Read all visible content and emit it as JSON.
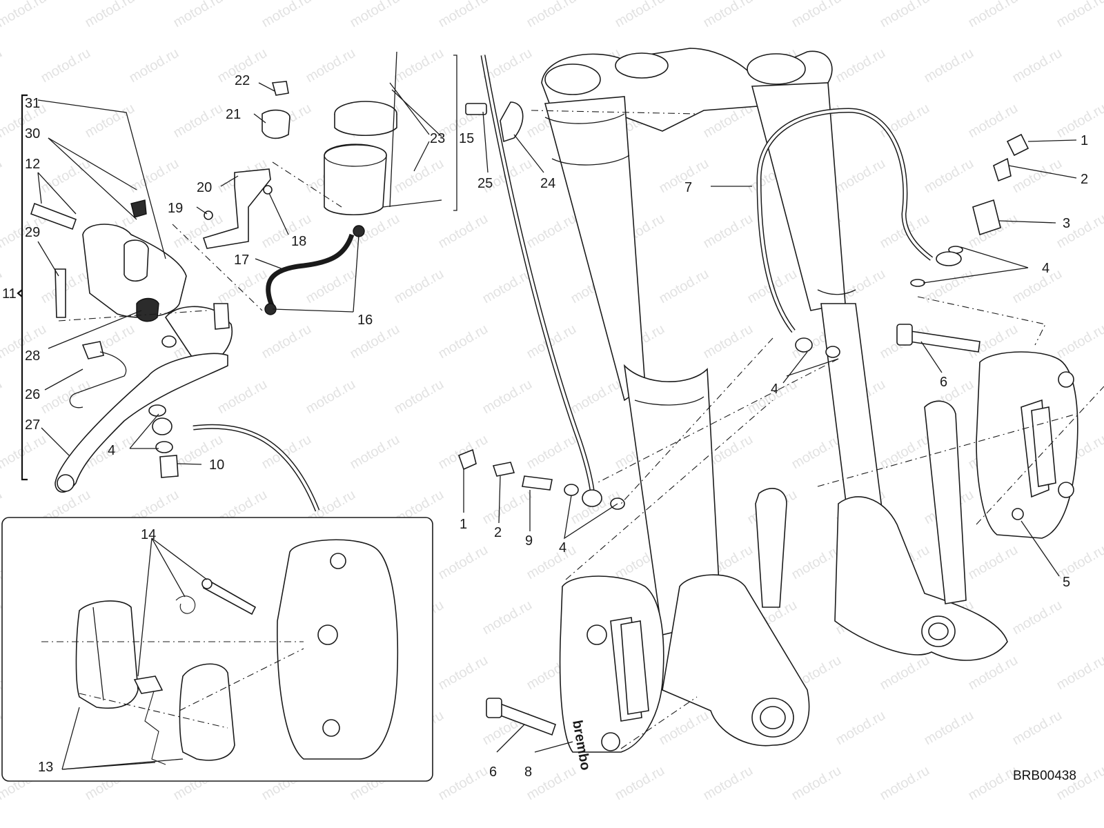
{
  "watermark": {
    "text": "motod.ru"
  },
  "drawing_code": "BRB00438",
  "callouts": [
    {
      "id": "c1a",
      "text": "1"
    },
    {
      "id": "c2a",
      "text": "2"
    },
    {
      "id": "c3",
      "text": "3"
    },
    {
      "id": "c4a",
      "text": "4"
    },
    {
      "id": "c5",
      "text": "5"
    },
    {
      "id": "c6a",
      "text": "6"
    },
    {
      "id": "c7",
      "text": "7"
    },
    {
      "id": "c4b",
      "text": "4"
    },
    {
      "id": "c1b",
      "text": "1"
    },
    {
      "id": "c2b",
      "text": "2"
    },
    {
      "id": "c9",
      "text": "9"
    },
    {
      "id": "c4c",
      "text": "4"
    },
    {
      "id": "c6b",
      "text": "6"
    },
    {
      "id": "c8",
      "text": "8"
    },
    {
      "id": "c25",
      "text": "25"
    },
    {
      "id": "c24",
      "text": "24"
    },
    {
      "id": "c15",
      "text": "15"
    },
    {
      "id": "c23",
      "text": "23"
    },
    {
      "id": "c22",
      "text": "22"
    },
    {
      "id": "c21",
      "text": "21"
    },
    {
      "id": "c20",
      "text": "20"
    },
    {
      "id": "c19",
      "text": "19"
    },
    {
      "id": "c18",
      "text": "18"
    },
    {
      "id": "c17",
      "text": "17"
    },
    {
      "id": "c16",
      "text": "16"
    },
    {
      "id": "c31",
      "text": "31"
    },
    {
      "id": "c30",
      "text": "30"
    },
    {
      "id": "c12",
      "text": "12"
    },
    {
      "id": "c29",
      "text": "29"
    },
    {
      "id": "c11",
      "text": "11"
    },
    {
      "id": "c28",
      "text": "28"
    },
    {
      "id": "c26",
      "text": "26"
    },
    {
      "id": "c27",
      "text": "27"
    },
    {
      "id": "c4d",
      "text": "4"
    },
    {
      "id": "c10",
      "text": "10"
    },
    {
      "id": "c14",
      "text": "14"
    },
    {
      "id": "c13",
      "text": "13"
    }
  ],
  "caliper_brand": "brembo"
}
